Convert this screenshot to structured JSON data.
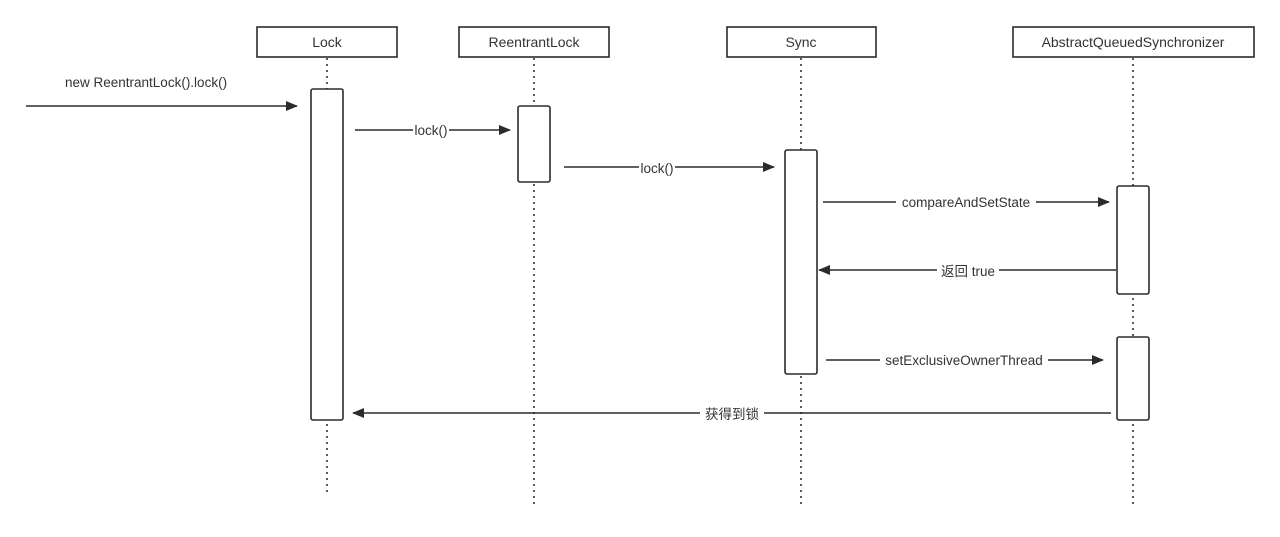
{
  "diagram": {
    "participants": [
      {
        "id": "lock",
        "label": "Lock"
      },
      {
        "id": "reentrantlock",
        "label": "ReentrantLock"
      },
      {
        "id": "sync",
        "label": "Sync"
      },
      {
        "id": "aqs",
        "label": "AbstractQueuedSynchronizer"
      }
    ],
    "messages": [
      {
        "id": "m0",
        "from": "external",
        "to": "lock",
        "label": "new ReentrantLock().lock()",
        "kind": "call"
      },
      {
        "id": "m1",
        "from": "lock",
        "to": "reentrantlock",
        "label": "lock()",
        "kind": "call"
      },
      {
        "id": "m2",
        "from": "reentrantlock",
        "to": "sync",
        "label": "lock()",
        "kind": "call"
      },
      {
        "id": "m3",
        "from": "sync",
        "to": "aqs",
        "label": "compareAndSetState",
        "kind": "call"
      },
      {
        "id": "m4",
        "from": "aqs",
        "to": "sync",
        "label": "返回 true",
        "kind": "return"
      },
      {
        "id": "m5",
        "from": "sync",
        "to": "aqs",
        "label": "setExclusiveOwnerThread",
        "kind": "call"
      },
      {
        "id": "m6",
        "from": "aqs",
        "to": "lock",
        "label": "获得到锁",
        "kind": "return"
      }
    ]
  }
}
